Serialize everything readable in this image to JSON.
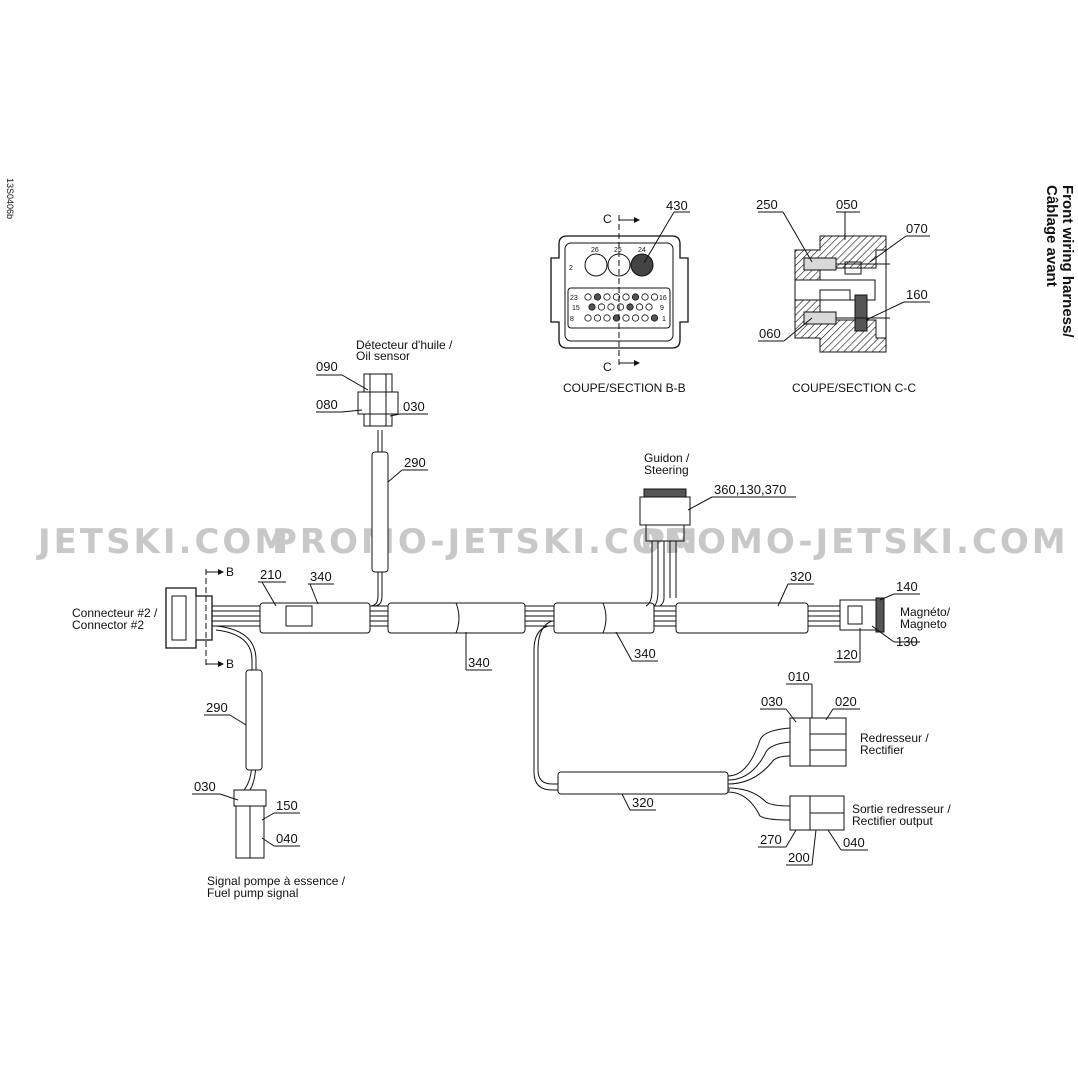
{
  "title": {
    "line1": "Front wiring harness/",
    "line2": "Câblage avant"
  },
  "doc_code": "13S0406b",
  "watermark": {
    "part1": "JETSKI.COM",
    "part2": "PROMO-JETSKI.COM",
    "part3": "PROMO-JETSKI.COM"
  },
  "sections": {
    "bb_caption": "COUPE/SECTION B-B",
    "cc_caption": "COUPE/SECTION C-C",
    "cut_c": "C",
    "cut_b": "B",
    "pins": {
      "p26": "26",
      "p25": "25",
      "p24": "24",
      "p2": "2",
      "p23": "23",
      "p15": "15",
      "p8": "8",
      "p16": "16",
      "p9": "9",
      "p1": "1"
    }
  },
  "labels": {
    "oil_fr": "Détecteur d'huile /",
    "oil_en": "Oil sensor",
    "steer_fr": "Guidon /",
    "steer_en": "Steering",
    "conn_fr": "Connecteur #2 /",
    "conn_en": "Connector #2",
    "magneto_fr": "Magnéto/",
    "magneto_en": "Magneto",
    "rect_fr": "Redresseur /",
    "rect_en": "Rectifier",
    "rectout_fr": "Sortie redresseur /",
    "rectout_en": "Rectifier output",
    "fuel_fr": "Signal pompe à essence /",
    "fuel_en": "Fuel pump signal"
  },
  "callouts": {
    "c430": "430",
    "c250": "250",
    "c050": "050",
    "c070": "070",
    "c160": "160",
    "c060": "060",
    "c090": "090",
    "c080": "080",
    "c030_oil": "030",
    "c290_top": "290",
    "c360": "360,130,370",
    "c210": "210",
    "c340_left": "340",
    "c320_top": "320",
    "c140": "140",
    "c130": "130",
    "c120": "120",
    "c340_mid": "340",
    "c340_right": "340",
    "c010": "010",
    "c030_rect": "030",
    "c020": "020",
    "c290_low": "290",
    "c030_fuel": "030",
    "c150": "150",
    "c040_fuel": "040",
    "c320_low": "320",
    "c270": "270",
    "c200": "200",
    "c040_rect": "040"
  }
}
